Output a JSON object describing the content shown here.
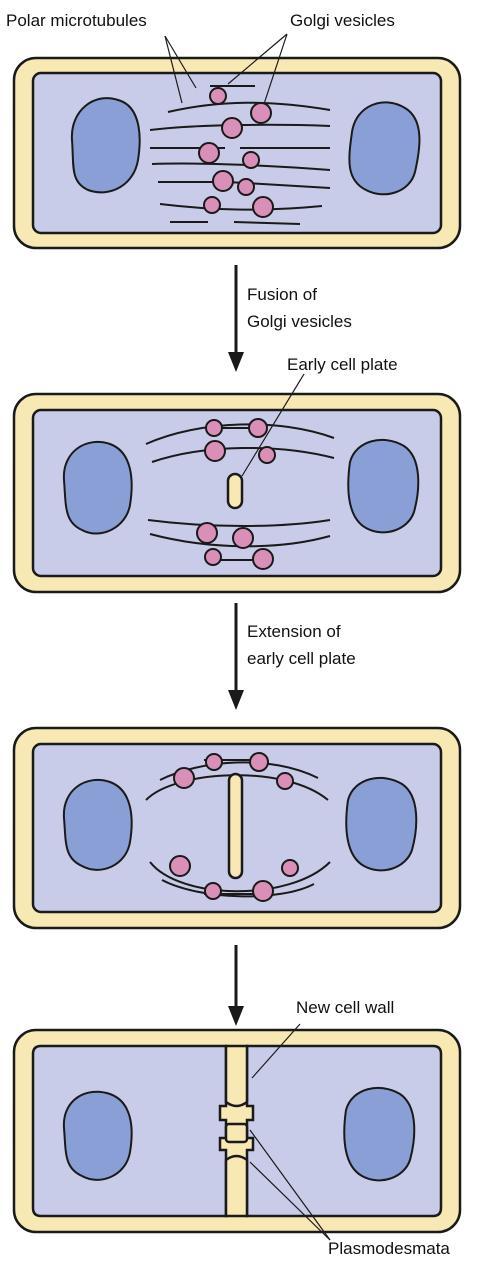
{
  "colors": {
    "wall": "#f7e8b4",
    "cytoplasm": "#c9cce8",
    "nucleus": "#8a9fd6",
    "vesicle": "#d98fb8",
    "outline": "#1a1a1a"
  },
  "stages": [
    {
      "labels": [
        "Polar microtubules",
        "Golgi vesicles"
      ]
    },
    {
      "labels": [
        "Early cell plate"
      ]
    },
    {
      "labels": []
    },
    {
      "labels": [
        "New cell wall",
        "Plasmodesmata"
      ]
    }
  ],
  "arrows": [
    {
      "text_lines": [
        "Fusion of",
        "Golgi vesicles"
      ]
    },
    {
      "text_lines": [
        "Extension of",
        "early cell plate"
      ]
    },
    {
      "text_lines": []
    }
  ],
  "icons": {
    "nucleus": "nucleus-icon",
    "vesicle": "golgi-vesicle-icon",
    "arrow": "down-arrow-icon"
  }
}
